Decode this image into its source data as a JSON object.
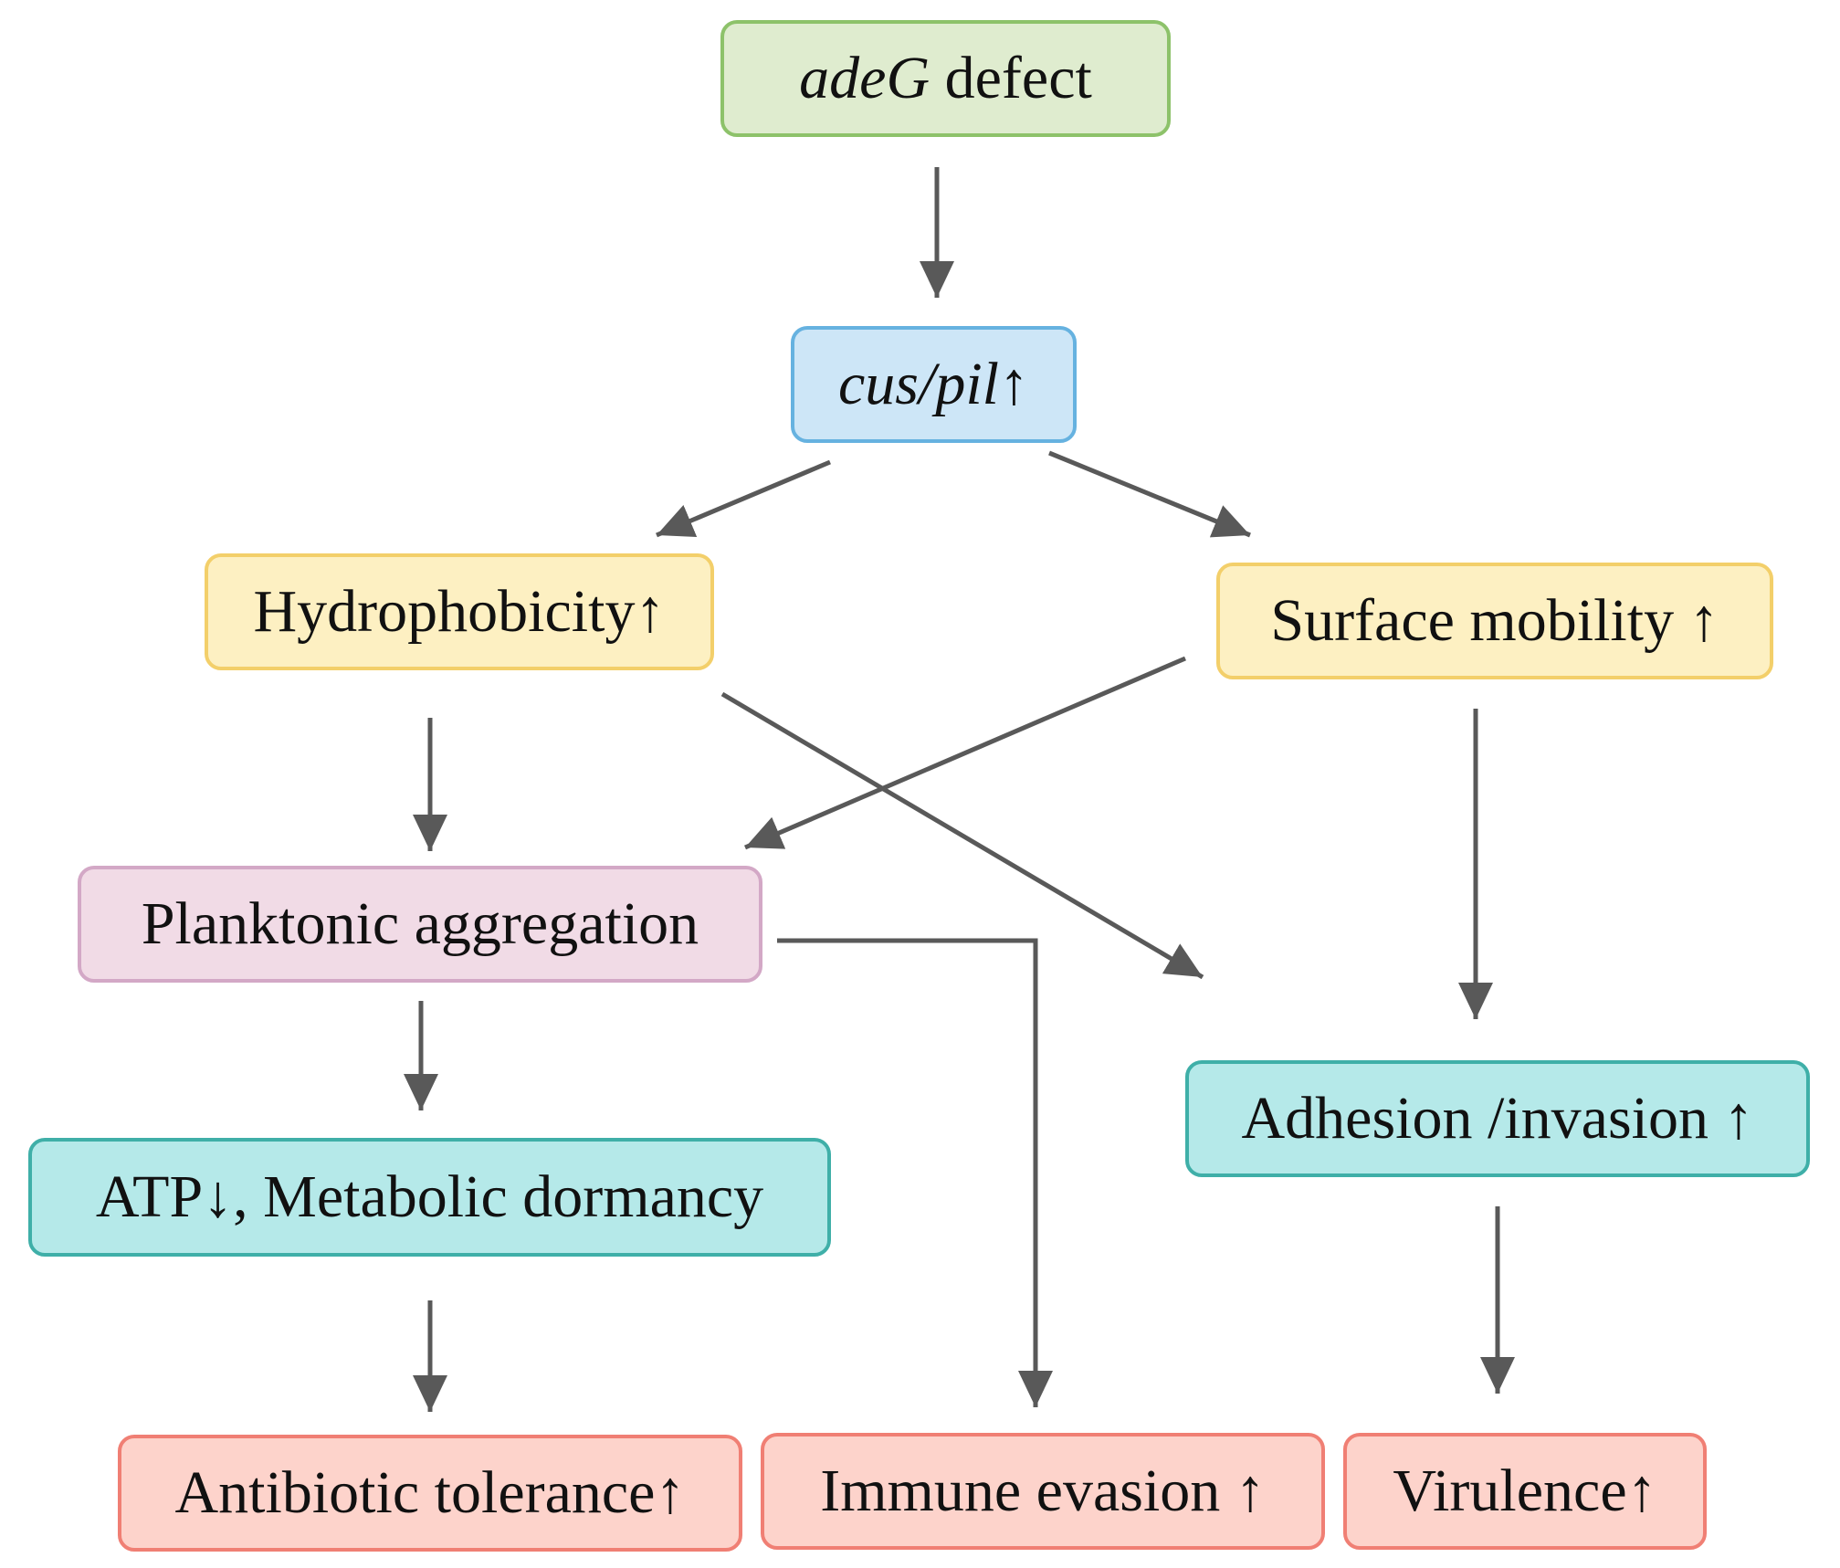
{
  "nodes": {
    "adeg_defect": {
      "italic": "adeG",
      "text": " defect"
    },
    "cus_pil": {
      "italic": "cus/pil",
      "text": "↑"
    },
    "hydrophobicity": {
      "text": "Hydrophobicity↑"
    },
    "surface_mobility": {
      "text": "Surface mobility ↑"
    },
    "planktonic_aggregation": {
      "text": "Planktonic aggregation"
    },
    "adhesion_invasion": {
      "text": "Adhesion /invasion ↑"
    },
    "atp_dormancy": {
      "text": "ATP↓, Metabolic dormancy"
    },
    "antibiotic_tolerance": {
      "text": "Antibiotic tolerance↑"
    },
    "immune_evasion": {
      "text": "Immune evasion ↑"
    },
    "virulence": {
      "text": "Virulence↑"
    }
  },
  "edges": [
    {
      "from": "adeG defect",
      "to": "cus/pil↑"
    },
    {
      "from": "cus/pil↑",
      "to": "Hydrophobicity↑"
    },
    {
      "from": "cus/pil↑",
      "to": "Surface mobility ↑"
    },
    {
      "from": "Hydrophobicity↑",
      "to": "Planktonic aggregation"
    },
    {
      "from": "Hydrophobicity↑",
      "to": "Adhesion /invasion ↑"
    },
    {
      "from": "Surface mobility ↑",
      "to": "Planktonic aggregation"
    },
    {
      "from": "Surface mobility ↑",
      "to": "Adhesion /invasion ↑"
    },
    {
      "from": "Planktonic aggregation",
      "to": "ATP↓, Metabolic dormancy"
    },
    {
      "from": "Planktonic aggregation",
      "to": "Immune evasion ↑"
    },
    {
      "from": "ATP↓, Metabolic dormancy",
      "to": "Antibiotic tolerance↑"
    },
    {
      "from": "Adhesion /invasion ↑",
      "to": "Virulence↑"
    }
  ],
  "colors": {
    "arrow": "#595959",
    "green_fill": "#dfeccf",
    "blue_fill": "#cde6f7",
    "yellow_fill": "#fdf0c2",
    "pink_fill": "#f1dbe6",
    "teal_fill": "#b5e9e9",
    "salmon_fill": "#fdd3cb"
  }
}
